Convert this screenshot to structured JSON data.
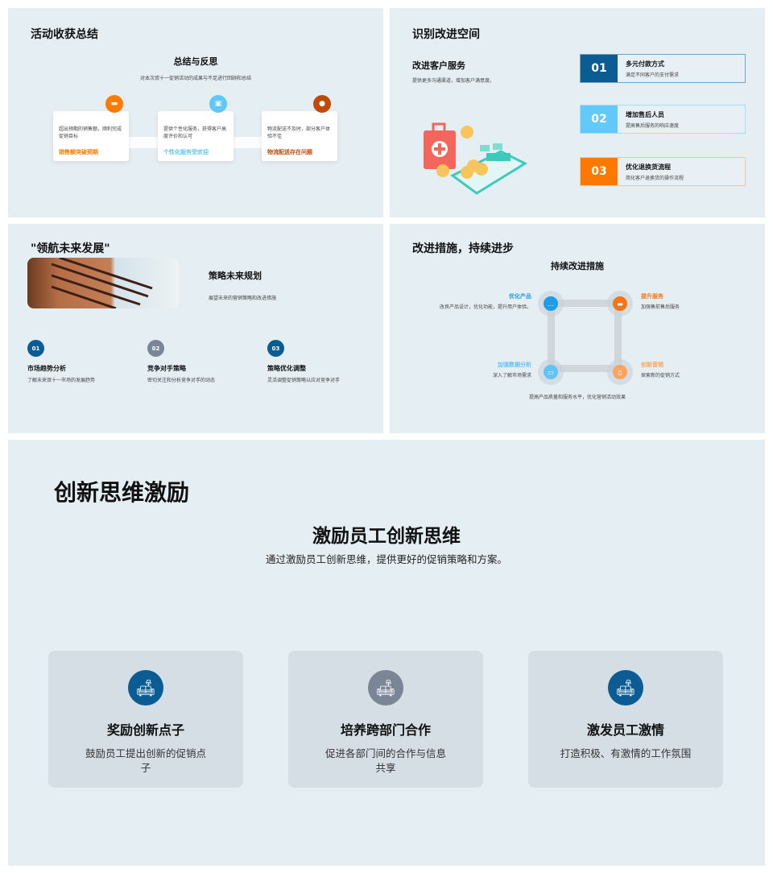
{
  "p1": {
    "title": "活动收获总结",
    "subtitle": "总结与反思",
    "desc": "对本次双十一促销活动的成果与不足进行回顾和总结",
    "cards": [
      {
        "text": "超出预期的销售额，顺利完成促销目标",
        "result": "销售额突破预期",
        "color": "#ff7a00",
        "icon": "briefcase-icon"
      },
      {
        "text": "提供个性化服务，获得客户高度评价和认可",
        "result": "个性化服务受欢迎",
        "color": "#5ec8f8",
        "icon": "printer-icon"
      },
      {
        "text": "物流配送不及时，部分客户体验不佳",
        "result": "物流配送存在问题",
        "color": "#c04a0a",
        "icon": "webcam-icon"
      }
    ]
  },
  "p2": {
    "title": "识别改进空间",
    "heading": "改进客户服务",
    "desc": "提供更多沟通渠道，增加客户满意度。",
    "steps": [
      {
        "num": "01",
        "title": "多元付款方式",
        "desc": "满足不同客户的支付需求",
        "color": "#0a5c92"
      },
      {
        "num": "02",
        "title": "增加售后人员",
        "desc": "提高售后服务的响应速度",
        "color": "#62c9fb"
      },
      {
        "num": "03",
        "title": "优化退换货流程",
        "desc": "简化客户退换货的操作流程",
        "color": "#ff7800"
      }
    ]
  },
  "p3": {
    "title": "\"领航未来发展\"",
    "heading": "策略未来规划",
    "desc": "展望未来的营销策略和改进措施",
    "items": [
      {
        "num": "01",
        "title": "市场趋势分析",
        "desc": "了解未来双十一市场的发展趋势",
        "color": "#0a5c92"
      },
      {
        "num": "02",
        "title": "竞争对手策略",
        "desc": "密切关注和分析竞争对手的动态",
        "color": "#7a8595"
      },
      {
        "num": "03",
        "title": "策略优化调整",
        "desc": "灵活调整促销策略以应对竞争对手",
        "color": "#0a5c92"
      }
    ]
  },
  "p4": {
    "title": "改进措施，持续进步",
    "subtitle": "持续改进措施",
    "nodes": [
      {
        "title": "优化产品",
        "desc": "改良产品设计，优化功能，提升用户体验。",
        "color": "#1f9de8"
      },
      {
        "title": "提升服务",
        "desc": "加强售前售后服务",
        "color": "#f57514"
      },
      {
        "title": "加强数据分析",
        "desc": "深入了解市场需求",
        "color": "#62c3f5"
      },
      {
        "title": "创新营销",
        "desc": "探索新的促销方式",
        "color": "#f9a460"
      }
    ],
    "footer": "提高产品质量和服务水平，优化营销活动效果"
  },
  "p5": {
    "title": "创新思维激励",
    "subtitle": "激励员工创新思维",
    "desc": "通过激励员工创新思维，提供更好的促销策略和方案。",
    "cards": [
      {
        "title": "奖励创新点子",
        "desc": "鼓励员工提出创新的促销点子",
        "color": "#0a5c92"
      },
      {
        "title": "培养跨部门合作",
        "desc": "促进各部门间的合作与信息共享",
        "color": "#7a8595"
      },
      {
        "title": "激发员工激情",
        "desc": "打造积极、有激情的工作氛围",
        "color": "#0a5c92"
      }
    ]
  }
}
